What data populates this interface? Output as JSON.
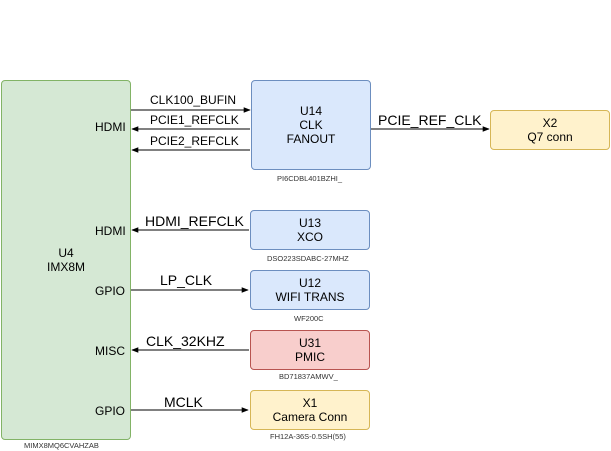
{
  "blocks": {
    "u4": {
      "ref": "U4",
      "name": "IMX8M",
      "part": "MIMX8MQ6CVAHZAB"
    },
    "u14": {
      "ref": "U14",
      "name": "CLK",
      "name2": "FANOUT",
      "part": "PI6CDBL401BZHI_"
    },
    "u13": {
      "ref": "U13",
      "name": "XCO",
      "part": "DSO223SDABC-27MHZ"
    },
    "u12": {
      "ref": "U12",
      "name": "WIFI TRANS",
      "part": "WF200C"
    },
    "u31": {
      "ref": "U31",
      "name": "PMIC",
      "part": "BD71837AMWV_"
    },
    "x1": {
      "ref": "X1",
      "name": "Camera Conn",
      "part": "FH12A-36S-0.5SH(55)"
    },
    "x2": {
      "ref": "X2",
      "name": "Q7 conn"
    }
  },
  "ports": [
    "HDMI",
    "HDMI",
    "GPIO",
    "MISC",
    "GPIO"
  ],
  "signals": {
    "clk100": "CLK100_BUFIN",
    "pcie1": "PCIE1_REFCLK",
    "pcie2": "PCIE2_REFCLK",
    "pcie_ref": "PCIE_REF_CLK",
    "hdmi_ref": "HDMI_REFCLK",
    "lp_clk": "LP_CLK",
    "clk32": "CLK_32KHZ",
    "mclk": "MCLK"
  },
  "colors": {
    "processor": "#d5e8d4",
    "clock": "#dae8fc",
    "power": "#f8cecc",
    "connector": "#fff2cc",
    "wire": "#000000"
  }
}
